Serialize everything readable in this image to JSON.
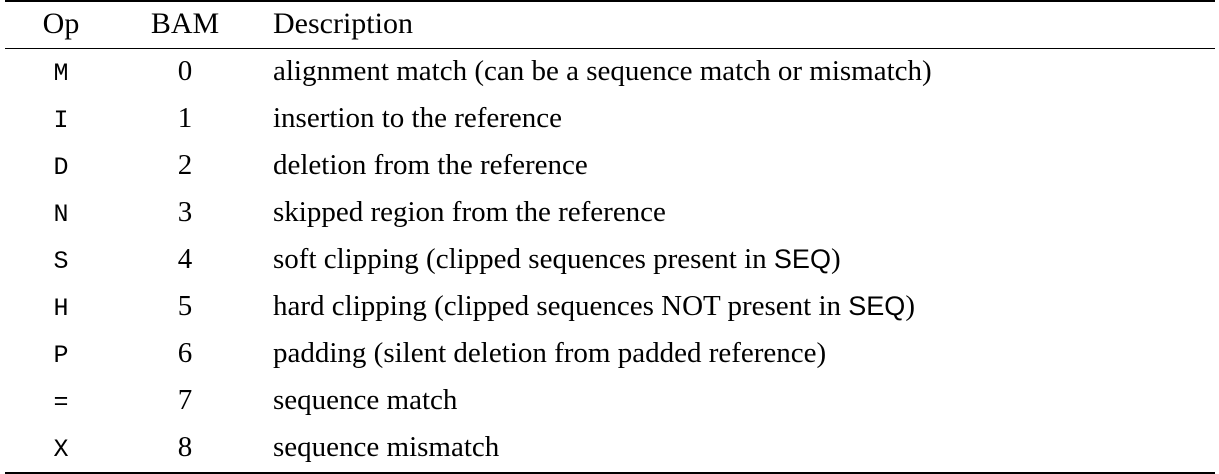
{
  "table": {
    "caption_present": false,
    "columns": [
      {
        "key": "op",
        "label": "Op"
      },
      {
        "key": "bam",
        "label": "BAM"
      },
      {
        "key": "desc",
        "label": "Description"
      }
    ],
    "rows": [
      {
        "op": "M",
        "bam": "0",
        "desc": "alignment match (can be a sequence match or mismatch)",
        "desc_pre": "alignment match (can be a sequence match or mismatch)",
        "desc_sf": "",
        "desc_post": ""
      },
      {
        "op": "I",
        "bam": "1",
        "desc": "insertion to the reference",
        "desc_pre": "insertion to the reference",
        "desc_sf": "",
        "desc_post": ""
      },
      {
        "op": "D",
        "bam": "2",
        "desc": "deletion from the reference",
        "desc_pre": "deletion from the reference",
        "desc_sf": "",
        "desc_post": ""
      },
      {
        "op": "N",
        "bam": "3",
        "desc": "skipped region from the reference",
        "desc_pre": "skipped region from the reference",
        "desc_sf": "",
        "desc_post": ""
      },
      {
        "op": "S",
        "bam": "4",
        "desc": "soft clipping (clipped sequences present in SEQ)",
        "desc_pre": "soft clipping (clipped sequences present in ",
        "desc_sf": "SEQ",
        "desc_post": ")"
      },
      {
        "op": "H",
        "bam": "5",
        "desc": "hard clipping (clipped sequences NOT present in SEQ)",
        "desc_pre": "hard clipping (clipped sequences NOT present in ",
        "desc_sf": "SEQ",
        "desc_post": ")"
      },
      {
        "op": "P",
        "bam": "6",
        "desc": "padding (silent deletion from padded reference)",
        "desc_pre": "padding (silent deletion from padded reference)",
        "desc_sf": "",
        "desc_post": ""
      },
      {
        "op": "=",
        "bam": "7",
        "desc": "sequence match",
        "desc_pre": "sequence match",
        "desc_sf": "",
        "desc_post": ""
      },
      {
        "op": "X",
        "bam": "8",
        "desc": "sequence mismatch",
        "desc_pre": "sequence mismatch",
        "desc_sf": "",
        "desc_post": ""
      }
    ]
  },
  "style": {
    "text_color": "#000000",
    "background_color": "#ffffff",
    "rule_color": "#000000"
  }
}
